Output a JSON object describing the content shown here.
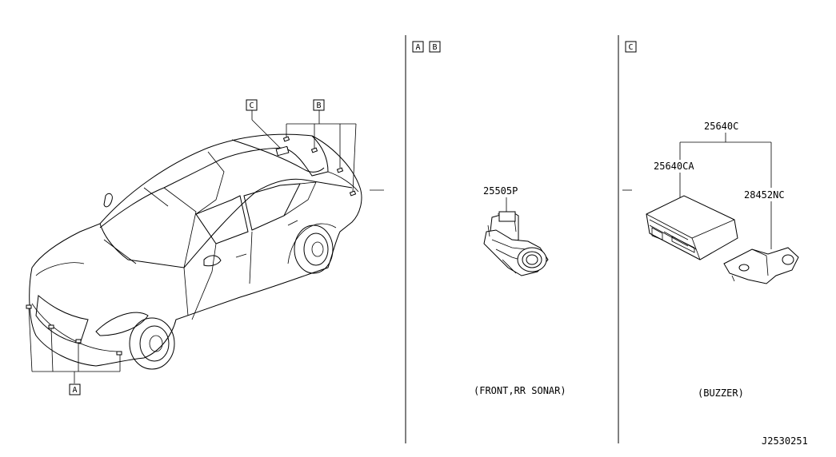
{
  "callouts": {
    "A": "A",
    "B": "B",
    "C": "C"
  },
  "panel_ab": {
    "tag1": "A",
    "tag2": "B",
    "part_number": "25505P",
    "caption": "(FRONT,RR SONAR)"
  },
  "panel_c": {
    "tag": "C",
    "part_assembly": "25640C",
    "part_unit": "25640CA",
    "part_bracket": "28452NC",
    "caption": "(BUZZER)"
  },
  "diagram_id": "J2530251"
}
